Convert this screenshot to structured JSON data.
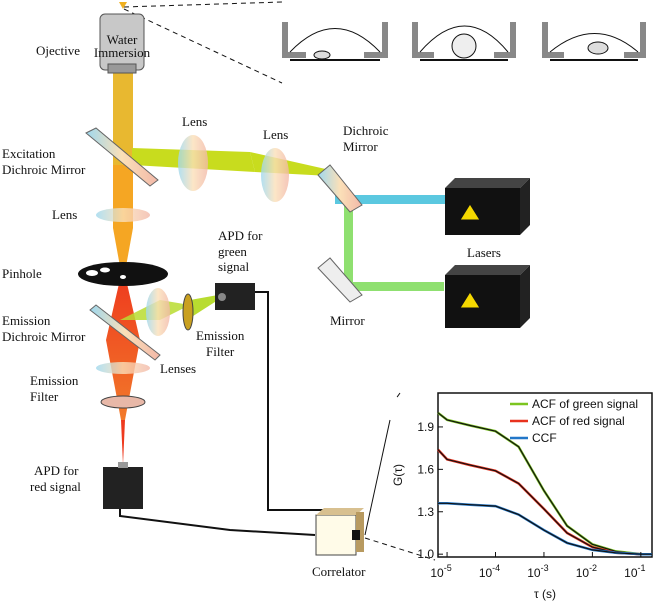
{
  "labels": {
    "objective": "Ojective",
    "objective_text_1": "Water",
    "objective_text_2": "Immersion",
    "excitation_mirror_1": "Excitation",
    "excitation_mirror_2": "Dichroic Mirror",
    "lens_left": "Lens",
    "lens_1": "Lens",
    "lens_2": "Lens",
    "dichroic_1": "Dichroic",
    "dichroic_2": "Mirror",
    "lasers": "Lasers",
    "mirror": "Mirror",
    "pinhole": "Pinhole",
    "apd_green_1": "APD for",
    "apd_green_2": "green",
    "apd_green_3": "signal",
    "emission_mirror_1": "Emission",
    "emission_mirror_2": "Dichroic Mirror",
    "emission_filter_a_1": "Emission",
    "emission_filter_a_2": "Filter",
    "lenses": "Lenses",
    "emission_filter_b_1": "Emission",
    "emission_filter_b_2": "Filter",
    "apd_red_1": "APD for",
    "apd_red_2": "red signal",
    "correlator": "Correlator"
  },
  "colors": {
    "excitation_beam": "#c8dc1e",
    "collected_beam": "#f5a623",
    "red_beam": "#ee3a1e",
    "cyan_beam": "#5bc8e0",
    "green_beam": "#8fe070",
    "green_curve": "#7cc520",
    "red_curve": "#e8321e",
    "ccf_curve": "#2277c8"
  },
  "chart_data": {
    "type": "line",
    "xlabel": "τ (s)",
    "ylabel": "G(τ)",
    "xscale": "log",
    "xlim": [
      6.5e-06,
      0.17
    ],
    "ylim": [
      0.98,
      2.14
    ],
    "xticks": [
      "10-5",
      "10-4",
      "10-3",
      "10-2",
      "10-1"
    ],
    "xtick_values": [
      1e-05,
      0.0001,
      0.001,
      0.01,
      0.1
    ],
    "yticks": [
      "1.0",
      "1.3",
      "1.6",
      "1.9"
    ],
    "legend_position": "top-right",
    "x": [
      6.5e-06,
      1e-05,
      3e-05,
      0.0001,
      0.0003,
      0.001,
      0.003,
      0.01,
      0.03,
      0.1,
      0.17
    ],
    "series": [
      {
        "name": "ACF of green signal",
        "color": "#7cc520",
        "values": [
          2.0,
          1.95,
          1.91,
          1.87,
          1.76,
          1.45,
          1.2,
          1.07,
          1.02,
          1.0,
          1.0
        ]
      },
      {
        "name": "ACF of red signal",
        "color": "#e8321e",
        "values": [
          1.74,
          1.67,
          1.63,
          1.59,
          1.5,
          1.32,
          1.15,
          1.05,
          1.01,
          1.0,
          1.0
        ]
      },
      {
        "name": "CCF",
        "color": "#2277c8",
        "values": [
          1.36,
          1.36,
          1.35,
          1.34,
          1.28,
          1.17,
          1.08,
          1.03,
          1.01,
          1.0,
          1.0
        ]
      }
    ]
  }
}
